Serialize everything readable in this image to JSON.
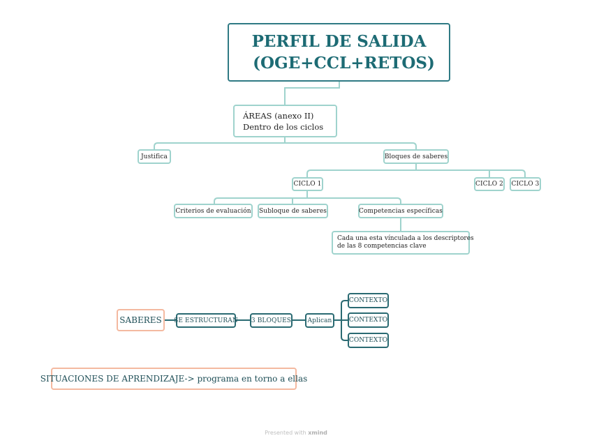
{
  "main_topic": {
    "line1": "PERFIL DE SALIDA",
    "line2": "(OGE+CCL+RETOS)"
  },
  "areas": {
    "line1": "ÁREAS (anexo II)",
    "line2": "Dentro de los ciclos"
  },
  "justifica": "Justifica",
  "bloques_de_saberes": "Bloques de saberes",
  "ciclos": [
    "CICLO 1",
    "CICLO 2",
    "CICLO 3"
  ],
  "ciclo1_children": [
    "Criterios de evaluación",
    "Subloque de saberes",
    "Competencias específicas"
  ],
  "competencias_note": {
    "line1": "Cada una esta vínculada a los descriptores",
    "line2": "de las 8 competencias clave"
  },
  "saberes_flow": {
    "root": "SABERES",
    "step1": "SE ESTRUCTURAN",
    "step2": "3 BLOQUES",
    "step3": "Aplican",
    "contexts": [
      "CONTEXTO",
      "CONTEXTO",
      "CONTEXTO"
    ]
  },
  "situaciones": "SITUACIONES DE APRENDIZAJE-> programa en torno a ellas",
  "footer": {
    "prefix": "Presented with",
    "brand": "xmind"
  },
  "colors": {
    "main_border": "#2f7a84",
    "soft_border": "#9fd3cd",
    "dark_border": "#2a6a72",
    "orange_border": "#f4b9a0",
    "text": "#1f4f57"
  }
}
